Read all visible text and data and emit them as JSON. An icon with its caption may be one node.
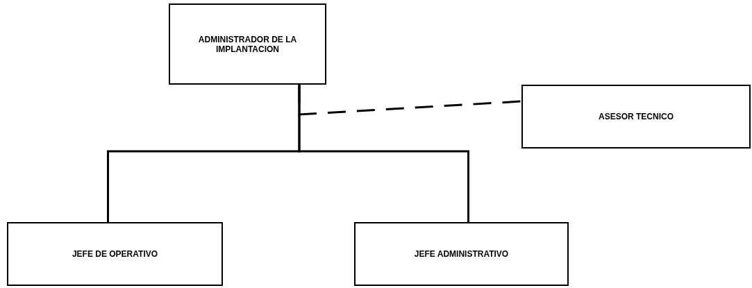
{
  "diagram": {
    "nodes": [
      {
        "text": [
          "ADMINISTRADOR DE LA IMPLANTACION"
        ]
      },
      {
        "text": [
          "ASESOR TECNICO"
        ]
      },
      {
        "text": [
          "JEFE DE OPERATIVO"
        ]
      },
      {
        "text": [
          "JEFE ADMINISTRATIVO"
        ]
      }
    ],
    "edges": [
      {
        "from": 0,
        "to": 1,
        "arrow": "none",
        "style": "dashed"
      },
      {
        "from": 0,
        "to": 2,
        "arrow": "none"
      },
      {
        "from": 0,
        "to": 3,
        "arrow": "none"
      }
    ]
  }
}
